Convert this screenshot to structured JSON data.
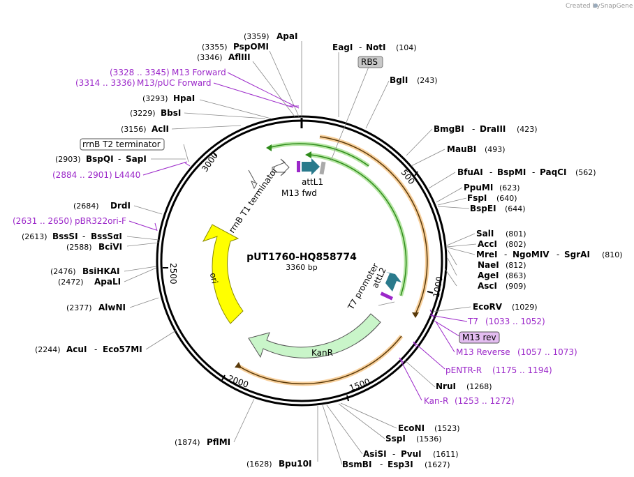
{
  "credit": {
    "text": "Created by",
    "brand": "SnapGene"
  },
  "plasmid": {
    "name": "pUT1760-HQ858774",
    "length": "3360 bp"
  },
  "ticks": [
    "500",
    "1000",
    "1500",
    "2000",
    "2500",
    "3000"
  ],
  "sites": [
    {
      "pos": "(3359)",
      "name": "ApaI"
    },
    {
      "pos": "(3355)",
      "name": "PspOMI"
    },
    {
      "pos": "(3346)",
      "name": "AflIII"
    },
    {
      "pos": "(3293)",
      "name": "HpaI"
    },
    {
      "pos": "(3229)",
      "name": "BbsI"
    },
    {
      "pos": "(3156)",
      "name": "AclI"
    },
    {
      "pos": "(2903)",
      "name": "BspQI",
      "alt": "SapI"
    },
    {
      "pos": "(2684)",
      "name": "DrdI"
    },
    {
      "pos": "(2613)",
      "name": "BssSI",
      "alt": "BssSαI"
    },
    {
      "pos": "(2588)",
      "name": "BciVI"
    },
    {
      "pos": "(2476)",
      "name": "BsiHKAI"
    },
    {
      "pos": "(2472)",
      "name": "ApaLI"
    },
    {
      "pos": "(2377)",
      "name": "AlwNI"
    },
    {
      "pos": "(2244)",
      "name": "AcuI",
      "alt": "Eco57MI"
    },
    {
      "pos": "(1874)",
      "name": "PflMI"
    },
    {
      "pos": "(1628)",
      "name": "Bpu10I"
    },
    {
      "name": "EagI",
      "alt": "NotI",
      "pos": "(104)"
    },
    {
      "name": "BglI",
      "pos": "(243)"
    },
    {
      "name": "BmgBI",
      "alt": "DraIII",
      "pos": "(423)"
    },
    {
      "name": "MauBI",
      "pos": "(493)"
    },
    {
      "name": "BfuAI",
      "alt": "BspMI",
      "alt2": "PaqCI",
      "pos": "(562)"
    },
    {
      "name": "PpuMI",
      "pos": "(623)"
    },
    {
      "name": "FspI",
      "pos": "(640)"
    },
    {
      "name": "BspEI",
      "pos": "(644)"
    },
    {
      "name": "SalI",
      "pos": "(801)"
    },
    {
      "name": "AccI",
      "pos": "(802)"
    },
    {
      "name": "MreI",
      "alt": "NgoMIV",
      "alt2": "SgrAI",
      "pos": "(810)"
    },
    {
      "name": "NaeI",
      "pos": "(812)"
    },
    {
      "name": "AgeI",
      "pos": "(863)"
    },
    {
      "name": "AscI",
      "pos": "(909)"
    },
    {
      "name": "EcoRV",
      "pos": "(1029)"
    },
    {
      "name": "NruI",
      "pos": "(1268)"
    },
    {
      "name": "EcoNI",
      "pos": "(1523)"
    },
    {
      "name": "SspI",
      "pos": "(1536)"
    },
    {
      "name": "AsiSI",
      "alt": "PvuI",
      "pos": "(1611)"
    },
    {
      "name": "BsmBI",
      "alt": "Esp3I",
      "pos": "(1627)"
    }
  ],
  "primers": [
    {
      "range": "(3328 .. 3345)",
      "name": "M13 Forward"
    },
    {
      "range": "(3314 .. 3336)",
      "name": "M13/pUC Forward"
    },
    {
      "range": "(2884 .. 2901)",
      "name": "L4440"
    },
    {
      "range": "(2631 .. 2650)",
      "name": "pBR322ori-F"
    },
    {
      "name": "T7",
      "range": "(1033 .. 1052)"
    },
    {
      "name": "M13 Reverse",
      "range": "(1057 .. 1073)"
    },
    {
      "name": "pENTR-R",
      "range": "(1175 .. 1194)"
    },
    {
      "name": "Kan-R",
      "range": "(1253 .. 1272)"
    }
  ],
  "boxed": {
    "rbs": "RBS",
    "m13rev": "M13 rev",
    "rrnb_t2": "rrnB T2 terminator"
  },
  "features": {
    "rrnb_t1": "rrnB T1 terminator",
    "attl1": "attL1",
    "m13fwd": "M13 fwd",
    "t7prom": "T7 promoter",
    "attl2": "attL2",
    "ori": "ori",
    "kanr": "KanR"
  },
  "colors": {
    "primer": "#9b27c9",
    "ori": "#ffff00",
    "kanr": "#c9f5c9",
    "orange": "#f2a94b",
    "green": "#2e8b1a",
    "attl": "#2a7a8c"
  }
}
